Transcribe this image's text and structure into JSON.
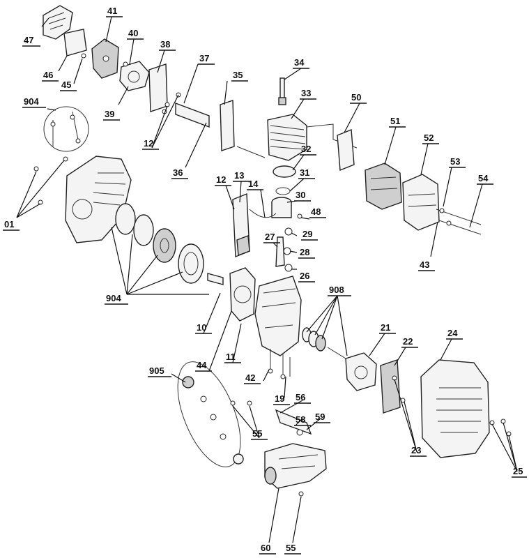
{
  "labels": {
    "p47": "47",
    "p41": "41",
    "p40": "40",
    "p38": "38",
    "p37": "37",
    "p35": "35",
    "p34": "34",
    "p33": "33",
    "p50": "50",
    "p51": "51",
    "p52": "52",
    "p53": "53",
    "p54": "54",
    "p46": "46",
    "p45": "45",
    "p39": "39",
    "p904a": "904",
    "p12a": "12",
    "p36": "36",
    "p32": "32",
    "p31": "31",
    "p12b": "12",
    "p13": "13",
    "p14": "14",
    "p30": "30",
    "p48": "48",
    "p29": "29",
    "p27": "27",
    "p28": "28",
    "p26": "26",
    "p01": "01",
    "p43": "43",
    "p904b": "904",
    "p908": "908",
    "p10": "10",
    "p21": "21",
    "p22": "22",
    "p24": "24",
    "p44": "44",
    "p11": "11",
    "p905": "905",
    "p42": "42",
    "p19": "19",
    "p56": "56",
    "p58": "58",
    "p59": "59",
    "p55a": "55",
    "p23": "23",
    "p25": "25",
    "p60": "60",
    "p55b": "55"
  },
  "colors": {
    "line": "#222222",
    "fill": "#f4f4f4",
    "shade": "#cfcfcf"
  }
}
